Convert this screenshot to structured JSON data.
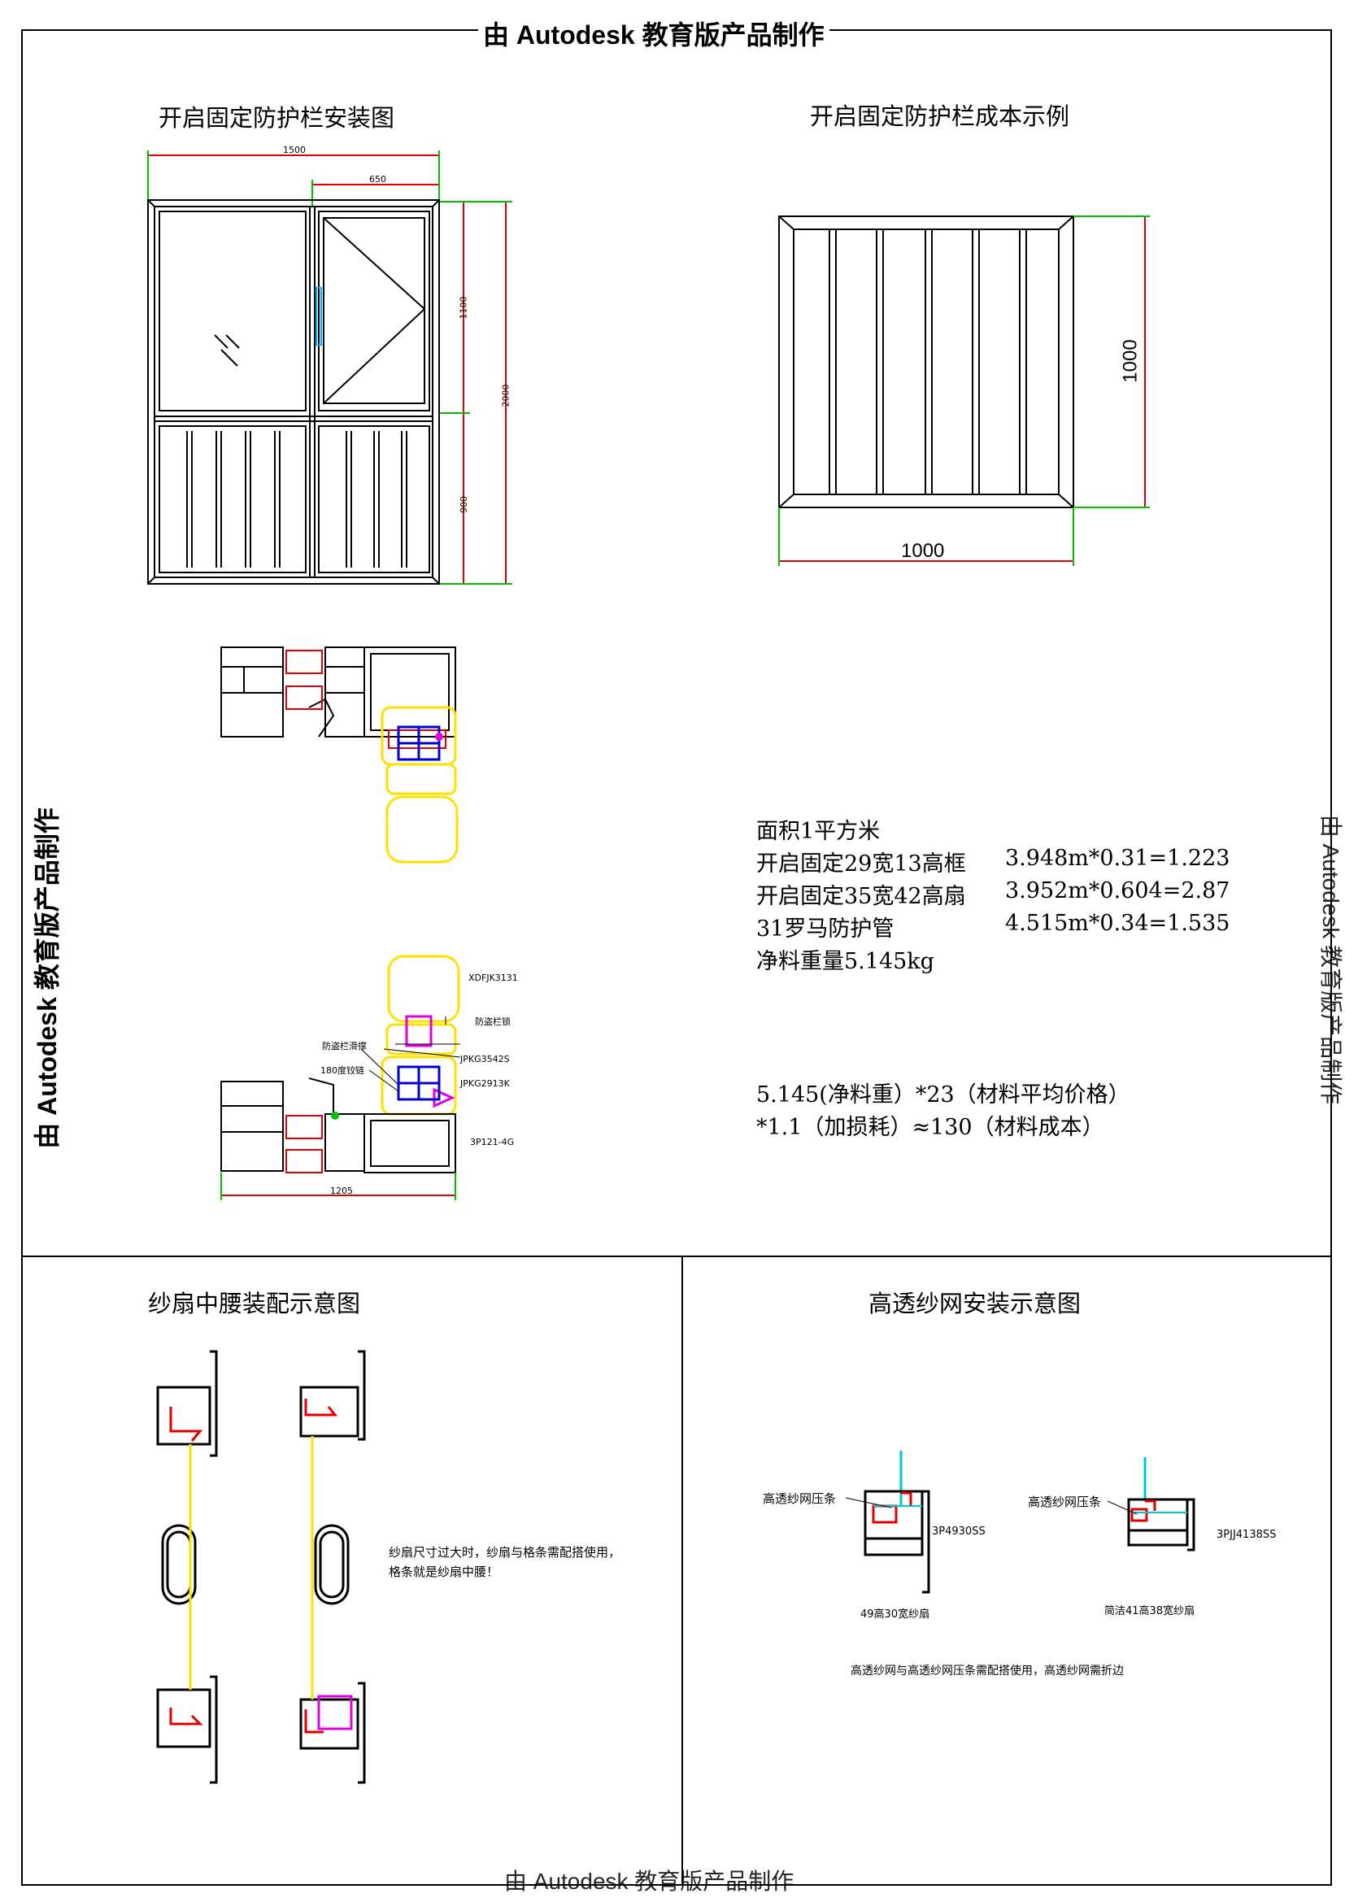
{
  "watermark": {
    "top": "由 Autodesk 教育版产品制作",
    "left": "由 Autodesk 教育版产品制作",
    "right": "由 Autodesk 教育版产品制作",
    "bottom": "由 Autodesk 教育版产品制作"
  },
  "panel_install": {
    "title": "开启固定防护栏安装图",
    "dims": {
      "overall_width": "1500",
      "sash_width": "650",
      "upper_height": "1100",
      "overall_height": "2000",
      "lower_height": "900",
      "section_width": "1205"
    },
    "labels": {
      "profile_top": "XDFJK3131",
      "lock": "防盗栏锁",
      "slide": "防盗栏滑撑",
      "hinge": "180度铰链",
      "profile_a": "JPKG3542S",
      "profile_b": "JPKG2913K",
      "profile_c": "3P121-4G"
    }
  },
  "panel_cost": {
    "title": "开启固定防护栏成本示例",
    "dim_height": "1000",
    "dim_width": "1000",
    "lines": [
      "面积1平方米",
      "开启固定29宽13高框",
      "开启固定35宽42高扇",
      "31罗马防护管",
      "净料重量5.145kg"
    ],
    "values": [
      "",
      "3.948m*0.31=1.223",
      "3.952m*0.604=2.87",
      "4.515m*0.34=1.535",
      ""
    ],
    "formula_1": "5.145(净料重）*23（材料平均价格）",
    "formula_2": "*1.1（加损耗）≈130（材料成本）"
  },
  "panel_screen_waist": {
    "title": "纱扇中腰装配示意图",
    "note_1": "纱扇尺寸过大时，纱扇与格条需配搭使用，",
    "note_2": "格条就是纱扇中腰！"
  },
  "panel_mesh": {
    "title": "高透纱网安装示意图",
    "left_label": "高透纱网压条",
    "left_profile": "3P4930SS",
    "left_caption": "49高30宽纱扇",
    "right_label": "高透纱网压条",
    "right_profile": "3PJJ4138SS",
    "right_caption": "简洁41高38宽纱扇",
    "note": "高透纱网与高透纱网压条需配搭使用，高透纱网需折边"
  }
}
